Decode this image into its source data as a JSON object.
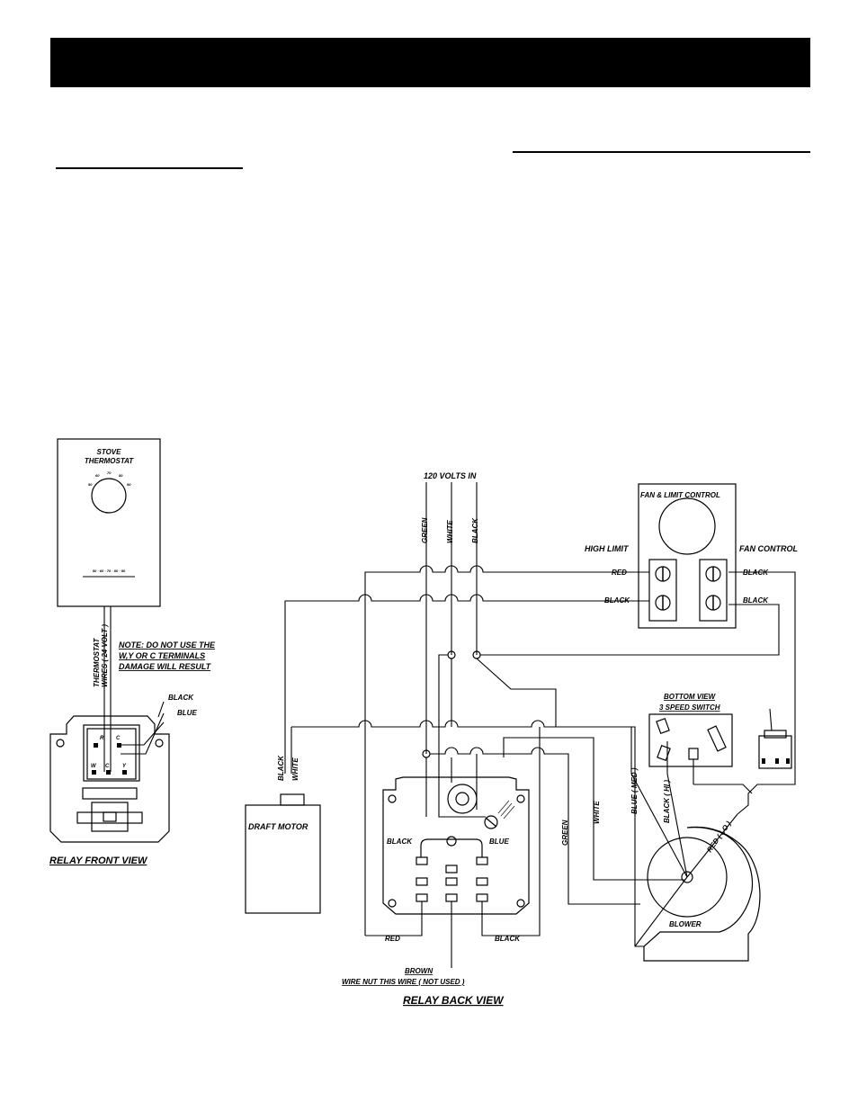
{
  "labels": {
    "stove_thermostat_1": "STOVE",
    "stove_thermostat_2": "THERMOSTAT",
    "dial_50": "50",
    "dial_60": "60",
    "dial_70": "70",
    "dial_80": "80",
    "dial_90": "90",
    "scale_ticks": "50 · 60 · 70 · 80 · 90",
    "thermostat_wires_1": "THERMOSTAT",
    "thermostat_wires_2": "WIRES ( 24 VOLT )",
    "note_1": "NOTE: DO NOT USE THE",
    "note_2": "W,Y OR C TERMINALS",
    "note_3": "DAMAGE WILL RESULT",
    "relay_black": "BLACK",
    "relay_blue": "BLUE",
    "term_r": "R",
    "term_c_top": "C",
    "term_w": "W",
    "term_c": "C",
    "term_y": "Y",
    "relay_front_view": "RELAY FRONT VIEW",
    "volts_in": "120 VOLTS IN",
    "wire_green": "GREEN",
    "wire_white": "WHITE",
    "wire_black": "BLACK",
    "fan_limit_control": "FAN & LIMIT CONTROL",
    "high_limit": "HIGH LIMIT",
    "fan_control": "FAN CONTROL",
    "hl_red": "RED",
    "hl_black": "BLACK",
    "fc_black_1": "BLACK",
    "fc_black_2": "BLACK",
    "bottom_view": "BOTTOM VIEW",
    "speed_switch": "3 SPEED SWITCH",
    "dm_black": "BLACK",
    "dm_white": "WHITE",
    "draft_motor": "DRAFT MOTOR",
    "rb_black": "BLACK",
    "rb_blue": "BLUE",
    "rb_red_bottom": "RED",
    "rb_black_bottom": "BLACK",
    "brown": "BROWN",
    "wire_nut": "WIRE NUT THIS WIRE ( NOT USED )",
    "relay_back_view": "RELAY BACK VIEW",
    "bl_green": "GREEN",
    "bl_white": "WHITE",
    "bl_blue_med": "BLUE ( MED )",
    "bl_black_hi": "BLACK ( HI )",
    "bl_red_lo": "RED ( LO )",
    "blower": "BLOWER"
  }
}
